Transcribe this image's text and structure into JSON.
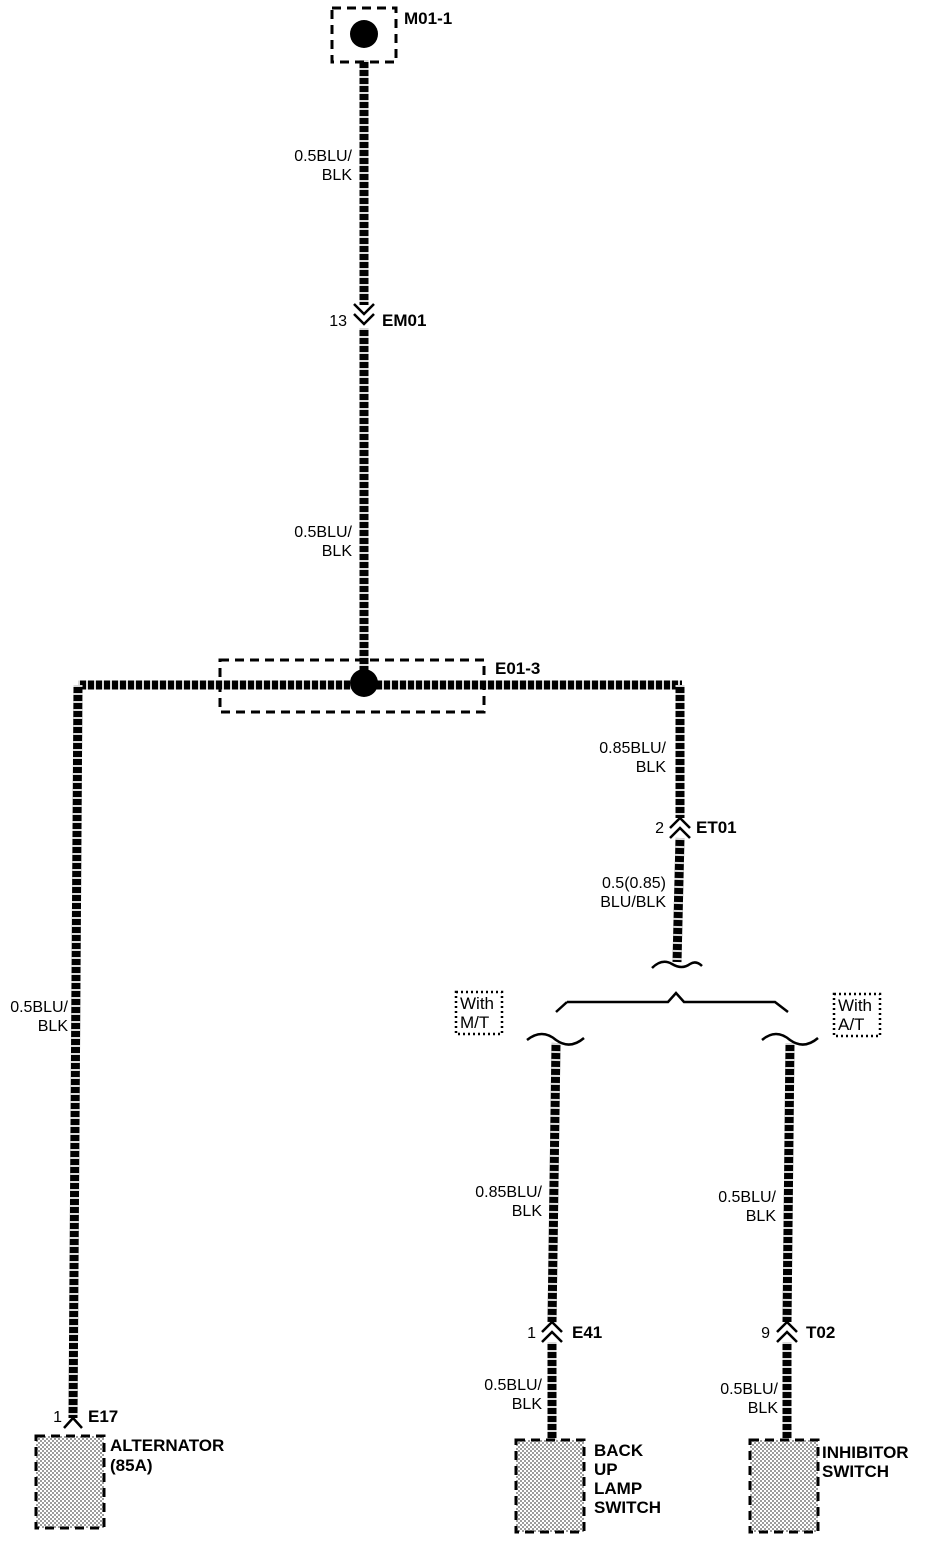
{
  "connectors": {
    "m01": {
      "name": "M01-1"
    },
    "em01": {
      "pin": "13",
      "name": "EM01"
    },
    "e01": {
      "name": "E01-3"
    },
    "et01": {
      "pin": "2",
      "name": "ET01"
    },
    "e41": {
      "pin": "1",
      "name": "E41"
    },
    "t02": {
      "pin": "9",
      "name": "T02"
    },
    "e17": {
      "pin": "1",
      "name": "E17"
    }
  },
  "wires": {
    "w_top_a": [
      "0.5BLU/",
      "BLK"
    ],
    "w_top_b": [
      "0.5BLU/",
      "BLK"
    ],
    "w_left": [
      "0.5BLU/",
      "BLK"
    ],
    "w_right_a": [
      "0.85BLU/",
      "BLK"
    ],
    "w_right_b": [
      "0.5(0.85)",
      "BLU/BLK"
    ],
    "w_mt_a": [
      "0.85BLU/",
      "BLK"
    ],
    "w_mt_b": [
      "0.5BLU/",
      "BLK"
    ],
    "w_at_a": [
      "0.5BLU/",
      "BLK"
    ],
    "w_at_b": [
      "0.5BLU/",
      "BLK"
    ]
  },
  "options": {
    "mt": [
      "With",
      "M/T"
    ],
    "at": [
      "With",
      "A/T"
    ]
  },
  "components": {
    "alternator": [
      "ALTERNATOR",
      "(85A)"
    ],
    "backup": [
      "BACK",
      "UP",
      "LAMP",
      "SWITCH"
    ],
    "inhibitor": [
      "INHIBITOR",
      "SWITCH"
    ]
  }
}
